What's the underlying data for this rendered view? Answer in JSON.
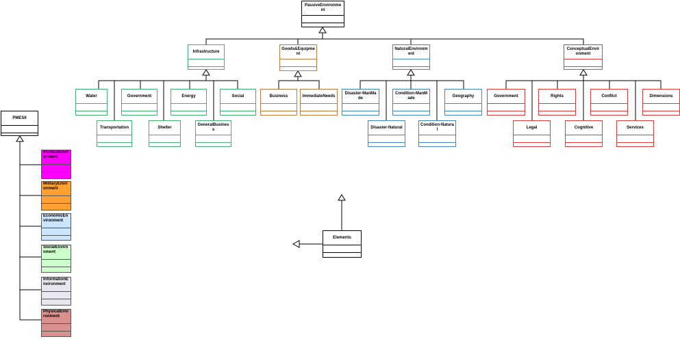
{
  "colors": {
    "infrastructure": "#3cb371",
    "goods": "#c8783a",
    "natural": "#3a86c8",
    "conceptual": "#e53935",
    "political": "#ff00ff",
    "military": "#ffa033",
    "economic": "#cce5ff",
    "social": "#ccffcc",
    "information": "#e8e6ee",
    "physical": "#d9908e"
  },
  "classes": {
    "passive_environment": "PassiveEnvironment",
    "infrastructure": "Infrastructure",
    "goods_equipment": "Goods&Equipment",
    "natural_environment": "NaturalEnvironment",
    "conceptual_environment": "ConceptualEnvironment",
    "water": "Water",
    "government_infra": "Government",
    "energy": "Energy",
    "social": "Social",
    "transportation": "Transportation",
    "shelter": "Shelter",
    "general_business": "GeneralBusiness",
    "business": "Business",
    "immediate_needs": "ImmediateNeeds",
    "disaster_manmade": "Disaster-ManMade",
    "condition_manmade": "Condition-ManMade",
    "geography": "Geography",
    "disaster_natural": "Disaster-Natural",
    "condition_natural": "Condition-Natural",
    "government_concept": "Government",
    "rights": "Rights",
    "conflict": "Conflict",
    "dimensions": "Dimensions",
    "legal": "Legal",
    "cognitive": "Cognitive",
    "services": "Services",
    "pmesii": "PMESII",
    "political_env": "PoliticalEnvironment",
    "military_env": "MilitaryEnvironment",
    "economic_env": "EconomicEnvironment",
    "social_env": "SocialEnvironment",
    "information_env": "InformationEnvironment",
    "physical_env": "PhysicalEnvironment",
    "elements": "Elements"
  }
}
